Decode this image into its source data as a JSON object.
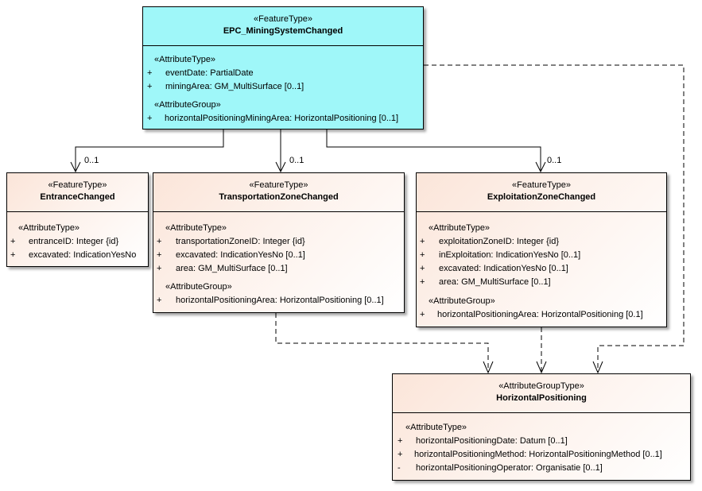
{
  "classes": {
    "epc": {
      "stereotype": "«FeatureType»",
      "name": "EPC_MiningSystemChanged",
      "attr_header": "«AttributeType»",
      "attrs": [
        {
          "vis": "+",
          "text": "eventDate: PartialDate"
        },
        {
          "vis": "+",
          "text": "miningArea: GM_MultiSurface [0..1]"
        }
      ],
      "group_header": "«AttributeGroup»",
      "groups": [
        {
          "vis": "+",
          "text": "horizontalPositioningMiningArea: HorizontalPositioning [0..1]"
        }
      ]
    },
    "entrance": {
      "stereotype": "«FeatureType»",
      "name": "EntranceChanged",
      "attr_header": "«AttributeType»",
      "attrs": [
        {
          "vis": "+",
          "text": "entranceID: Integer {id}"
        },
        {
          "vis": "+",
          "text": "excavated: IndicationYesNo"
        }
      ]
    },
    "transport": {
      "stereotype": "«FeatureType»",
      "name": "TransportationZoneChanged",
      "attr_header": "«AttributeType»",
      "attrs": [
        {
          "vis": "+",
          "text": "transportationZoneID: Integer {id}"
        },
        {
          "vis": "+",
          "text": "excavated: IndicationYesNo [0..1]"
        },
        {
          "vis": "+",
          "text": "area: GM_MultiSurface [0..1]"
        }
      ],
      "group_header": "«AttributeGroup»",
      "groups": [
        {
          "vis": "+",
          "text": "horizontalPositioningArea: HorizontalPositioning [0..1]"
        }
      ]
    },
    "exploit": {
      "stereotype": "«FeatureType»",
      "name": "ExploitationZoneChanged",
      "attr_header": "«AttributeType»",
      "attrs": [
        {
          "vis": "+",
          "text": "exploitationZoneID: Integer {id}"
        },
        {
          "vis": "+",
          "text": "inExploitation: IndicationYesNo [0..1]"
        },
        {
          "vis": "+",
          "text": "excavated: IndicationYesNo [0..1]"
        },
        {
          "vis": "+",
          "text": "area: GM_MultiSurface [0..1]"
        }
      ],
      "group_header": "«AttributeGroup»",
      "groups": [
        {
          "vis": "+",
          "text": "horizontalPositioningArea: HorizontalPositioning [0.1]"
        }
      ]
    },
    "hp": {
      "stereotype": "«AttributeGroupType»",
      "name": "HorizontalPositioning",
      "attr_header": "«AttributeType»",
      "attrs": [
        {
          "vis": "+",
          "text": "horizontalPositioningDate: Datum [0..1]"
        },
        {
          "vis": "+",
          "text": "horizontalPositioningMethod: HorizontalPositioningMethod [0..1]"
        },
        {
          "vis": "-",
          "text": "horizontalPositioningOperator: Organisatie [0..1]"
        }
      ]
    }
  },
  "multiplicities": {
    "entrance": "0..1",
    "transport": "0..1",
    "exploit": "0..1"
  },
  "colors": {
    "main_fill": "#9ff7f9",
    "class_fill": "#fbe5d9",
    "line": "#000000"
  }
}
